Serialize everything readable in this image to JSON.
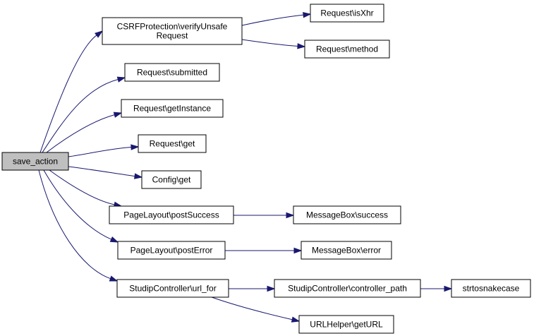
{
  "graph": {
    "edge_color": "#191970",
    "root_fill": "#bfbfbf",
    "nodes": [
      {
        "id": "save_action",
        "lines": [
          "save_action"
        ],
        "root": true
      },
      {
        "id": "csrf",
        "lines": [
          "CSRFProtection\\verifyUnsafe",
          "Request"
        ]
      },
      {
        "id": "isxhr",
        "lines": [
          "Request\\isXhr"
        ]
      },
      {
        "id": "method",
        "lines": [
          "Request\\method"
        ]
      },
      {
        "id": "submitted",
        "lines": [
          "Request\\submitted"
        ]
      },
      {
        "id": "getinstance",
        "lines": [
          "Request\\getInstance"
        ]
      },
      {
        "id": "reqget",
        "lines": [
          "Request\\get"
        ]
      },
      {
        "id": "configget",
        "lines": [
          "Config\\get"
        ]
      },
      {
        "id": "postsuccess",
        "lines": [
          "PageLayout\\postSuccess"
        ]
      },
      {
        "id": "mbsuccess",
        "lines": [
          "MessageBox\\success"
        ]
      },
      {
        "id": "posterror",
        "lines": [
          "PageLayout\\postError"
        ]
      },
      {
        "id": "mberror",
        "lines": [
          "MessageBox\\error"
        ]
      },
      {
        "id": "urlfor",
        "lines": [
          "StudipController\\url_for"
        ]
      },
      {
        "id": "ctrlpath",
        "lines": [
          "StudipController\\controller_path"
        ]
      },
      {
        "id": "snake",
        "lines": [
          "strtosnakecase"
        ]
      },
      {
        "id": "geturl",
        "lines": [
          "URLHelper\\getURL"
        ]
      }
    ],
    "edges": [
      {
        "from": "save_action",
        "to": "csrf"
      },
      {
        "from": "save_action",
        "to": "submitted"
      },
      {
        "from": "save_action",
        "to": "getinstance"
      },
      {
        "from": "save_action",
        "to": "reqget"
      },
      {
        "from": "save_action",
        "to": "configget"
      },
      {
        "from": "save_action",
        "to": "postsuccess"
      },
      {
        "from": "save_action",
        "to": "posterror"
      },
      {
        "from": "save_action",
        "to": "urlfor"
      },
      {
        "from": "csrf",
        "to": "isxhr"
      },
      {
        "from": "csrf",
        "to": "method"
      },
      {
        "from": "postsuccess",
        "to": "mbsuccess"
      },
      {
        "from": "posterror",
        "to": "mberror"
      },
      {
        "from": "urlfor",
        "to": "ctrlpath"
      },
      {
        "from": "urlfor",
        "to": "geturl"
      },
      {
        "from": "ctrlpath",
        "to": "snake"
      }
    ]
  }
}
